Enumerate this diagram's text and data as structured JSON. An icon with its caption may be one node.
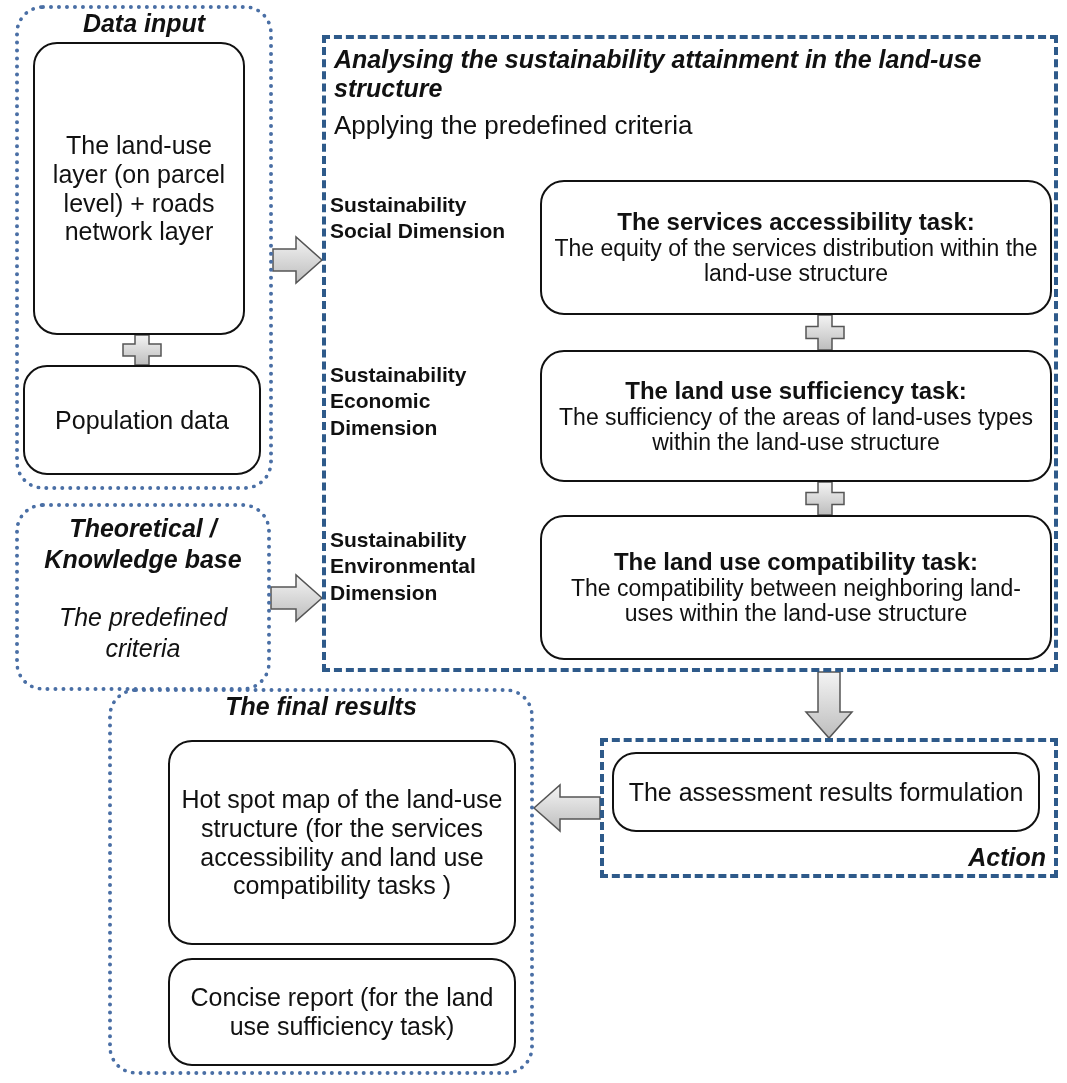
{
  "diagram": {
    "nodes": [
      {
        "text": [
          "Data input"
        ]
      },
      {
        "text": [
          "The land-use layer (on parcel level) + roads network layer"
        ],
        "in": 0
      },
      {
        "text": [
          "Population data"
        ],
        "in": 0
      },
      {
        "text": [
          "Theoretical / Knowledge base",
          "The predefined criteria"
        ]
      },
      {
        "text": [
          "Analysing the sustainability attainment in the land-use structure",
          "Applying the predefined criteria"
        ]
      },
      {
        "text": [
          "The services accessibility task:",
          "The equity of the services distribution within the land-use structure"
        ],
        "beside": [
          "Sustainability Social Dimension"
        ],
        "in": 4
      },
      {
        "text": [
          "The land use sufficiency task:",
          "The sufficiency of the areas of land-uses types within the land-use structure"
        ],
        "beside": [
          "Sustainability Economic Dimension"
        ],
        "in": 4
      },
      {
        "text": [
          "The land use compatibility task:",
          "The compatibility between neighboring land-uses within the land-use structure"
        ],
        "beside": [
          "Sustainability Environmental Dimension"
        ],
        "in": 4
      },
      {
        "text": [
          "Action"
        ]
      },
      {
        "text": [
          "The assessment results formulation"
        ],
        "in": 8
      },
      {
        "text": [
          "The final results"
        ]
      },
      {
        "text": [
          "Hot spot map of the land-use structure (for the services accessibility and land use compatibility tasks )"
        ],
        "in": 10
      },
      {
        "text": [
          "Concise report (for the land use sufficiency task)"
        ],
        "in": 10
      }
    ],
    "edges": [
      {
        "from": 1,
        "to": 2,
        "arrow": "none"
      },
      {
        "from": 0,
        "to": 4,
        "arrow": "to"
      },
      {
        "from": 3,
        "to": 4,
        "arrow": "to"
      },
      {
        "from": 5,
        "to": 6,
        "arrow": "none"
      },
      {
        "from": 6,
        "to": 7,
        "arrow": "none"
      },
      {
        "from": 4,
        "to": 8,
        "arrow": "to"
      },
      {
        "from": 8,
        "to": 10,
        "arrow": "to"
      }
    ]
  }
}
